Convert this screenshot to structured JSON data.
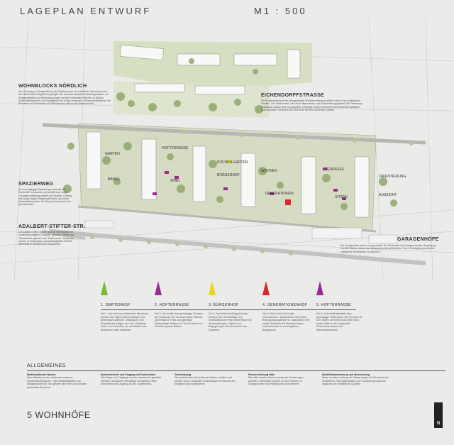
{
  "header": {
    "title": "LAGEPLAN ENTWURF",
    "scale": "M1 : 500"
  },
  "section_labels": {
    "wohnblocks": "WOHNBLOCKS NÖRDLICH",
    "eichendorff": "EICHENDORFFSTRASSE",
    "spazierweg": "SPAZIERWEG",
    "adalbert": "ADALBERT-STIFTER-STR.",
    "garagen": "GARAGENHÖFE"
  },
  "section_texts": {
    "wohnblocks": "Der Vorschlag zur Umgestaltung der Freiflächen an den nördlichen Wohnblocks mit der bestehenden Wegeführung ergibt sich aus dem zentralen Entwurfsgedanken. An Anlagenwänden und Mülleinhausungen werden vorhandene Nischen zu kleinen Aufenthaltsbereichen und Spielflächen für Kinder entwickelt. Gemeinschaftsflächen für Bewohner mit Sitzbänken und Pflanzbeeten stärken die Nachbarschaft.",
    "eichendorff": "Die Eichendorffstraße als übergeordnete Verkehrsverbindung bleibt in ihrer Form weitgehend erhalten. Der Straßenraum wird durch Baumreihen und Grünstreifen gegliedert. Die Parkierung entlang der Straße wird neu geordnet. Gehwege werden verbreitert und barrierefrei gestaltet. Querungshilfen verbinden die Wohnhöfe mit dem nördlichen Quartier.",
    "spazierweg": "Der durchgängige Spazierweg verbindet alle Wohnhöfe miteinander und schafft eine ruhige Fußwegeverbindung abseits der Straßen. Entlang des Weges liegen Sitzgelegenheiten und kleine Aufenthaltsbereiche. Der Weg ist barrierefrei und gut beleuchtet.",
    "adalbert": "Die Adalbert-Stifter-Straße wird als Wohnstraße mit verkehrsberuhigtem Charakter gestaltet. Bäume und Pflanzstreifen gliedern den Straßenraum. Stellplätze werden in Parkbuchten zusammengefasst und der Aufenthalt im Straßenraum aufgewertet.",
    "garagen": "Die Garagenhöfe werden neu geordnet. Die Rückseiten der Garagen erhalten Begrünung und die Flächen dienen als Übergang zu den Wohnhöfen. Durch Entsiegelung entstehen zusätzliche Grünflächen mit Bäumen."
  },
  "plan_labels": [
    "GARTEN",
    "BÄNKE",
    "HOFTERRASSE",
    "KÜCHEN-GARTEN",
    "SPIEL",
    "BÜRGERHOF",
    "WOHNEN",
    "TERRASSE",
    "GENERATIONEN",
    "SITZEN",
    "ORIENTIERUNG",
    "AUSSICHT"
  ],
  "courtyards": [
    {
      "label": "1. GARTENHOF",
      "color": "#7ab82e",
      "text": "Der 1. Hof wird zum Gartenhof. Bewohner können hier eigene Beete anlegen und gemeinsam gärtnern. Obstbäume und Kräuterbeete prägen den Hof. Sitzplätze laden zum Verweilen ein und fördern den Austausch unter Nachbarn."
    },
    {
      "label": "2. HOFTERRASSE",
      "color": "#9b2a8e",
      "text": "Der 2. Hof erhält eine großzügige Terrasse als Treffpunkt. Die Terrasse bietet Platz für gemeinsame Feste und gesellige Nachmittage. Bänke und Tische stehen im Schatten großer Bäume."
    },
    {
      "label": "3. BÜRGERHOF",
      "color": "#e8d81a",
      "text": "Der 3. Hof bildet als Bürgerhof das Zentrum der Wohnanlage. Ein multifunktionaler Platz bietet Raum für Veranstaltungen, Märkte und Begegnungen aller Bewohner des Quartiers."
    },
    {
      "label": "4. GENERATIONENHOF",
      "color": "#d8262a",
      "text": "Der 4. Hof ist ein Ort für alle Generationen. Spielbereiche für Kinder, Bewegungsangebote für Jugendliche und ruhige Sitzplätze für Senioren liegen nebeneinander und ermöglichen Begegnung."
    },
    {
      "label": "5. HOFTERRASSE",
      "color": "#9b2a8e",
      "text": "Der 5. Hof erhält ebenfalls eine großzügige Hofterrasse. Die Terrasse ist zum Süden orientiert und bietet einen weiten Blick in die Landschaft. Pflanzbeete fassen den Aufenthaltsbereich."
    }
  ],
  "allgemeines": {
    "heading": "ALLGEMEINES",
    "cols": [
      {
        "title": "Multifunktionale Bauten",
        "text": "Neue Bauten an den Hofkanten nehmen Gemeinschaftsräume, Fahrradabstellplätze und Müllstandorte auf. Sie gliedern die Höfe und schaffen geschützte Bereiche."
      },
      {
        "title": "Barrierefreiheit und Eingang mit Gartenhöfen",
        "text": "Alle Wege und Eingänge werden barrierefrei gestaltet. Rampen und flache Übergänge ermöglichen allen Bewohnern den Zugang zu den Gartenhöfen."
      },
      {
        "title": "Zielbebauung",
        "text": "Die bestehenden Wohnblocks bleiben erhalten und werden durch punktuelle Ergänzungen im Bereich der Erdgeschosse aufgewertet."
      },
      {
        "title": "Parkvermeidung Höfe",
        "text": "Die Höfe werden frei von parkenden Fahrzeugen gehalten. Stellplätze werden an den Rändern in Garagenhöfen und Parkbuchten konzentriert."
      },
      {
        "title": "Mobilitätsanwendung und Beleuchtung",
        "text": "Neue Leuchten entlang der Wege sorgen für Sicherheit bei Dunkelheit. Fahrradstellplätze und Carsharing-Angebote ergänzen die Mobilität im Quartier."
      }
    ]
  },
  "footer_title": "5 WOHNHÖFE",
  "north_label": "N"
}
